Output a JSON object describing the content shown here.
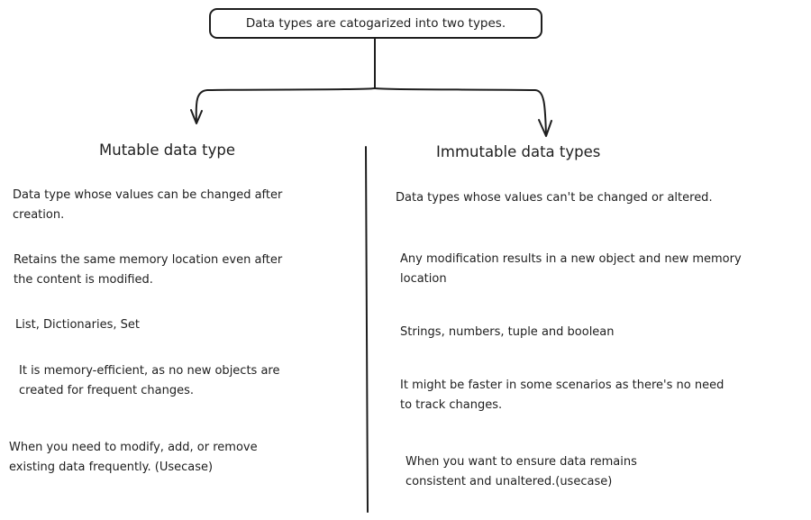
{
  "root": {
    "text": "Data types are catogarized into two types."
  },
  "mutable": {
    "heading": "Mutable data type",
    "points": [
      "Data type whose values can be changed after\ncreation.",
      "Retains the same memory location even after\nthe content is modified.",
      "List, Dictionaries, Set",
      "It is memory-efficient, as no new objects are\n created for frequent changes.",
      "When you need to modify, add, or remove\nexisting data frequently. (Usecase)"
    ]
  },
  "immutable": {
    "heading": "Immutable data types",
    "points": [
      "Data types whose values can't be changed or altered.",
      "Any modification results in a new object and new memory\nlocation",
      "Strings, numbers, tuple and boolean",
      "It might be faster in some scenarios as there's no need\nto track changes.",
      "When you want to ensure data remains\nconsistent and unaltered.(usecase)"
    ]
  },
  "colors": {
    "stroke": "#1e1e1e",
    "background": "#ffffff"
  }
}
